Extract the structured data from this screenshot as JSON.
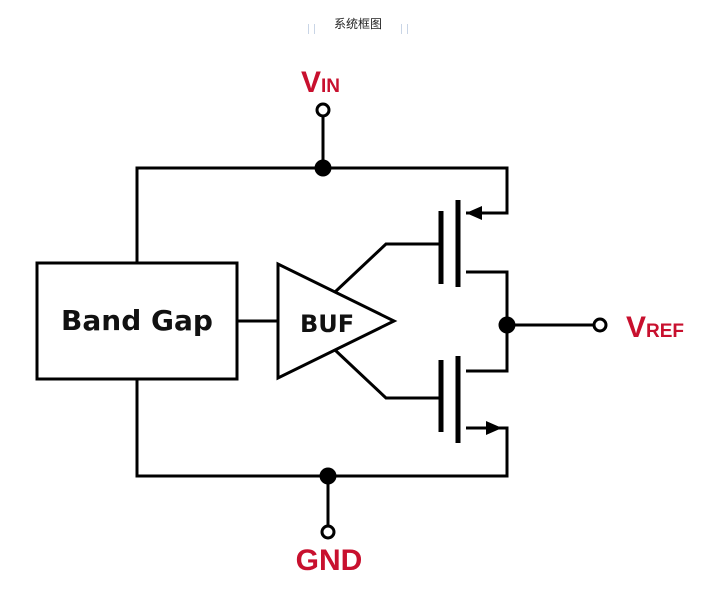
{
  "caption": "系统框图",
  "blocks": {
    "bandgap": "Band Gap",
    "buffer": "BUF"
  },
  "terminals": {
    "vin_main": "V",
    "vin_sub": "IN",
    "vref_main": "V",
    "vref_sub": "REF",
    "gnd": "GND"
  },
  "colors": {
    "label_red": "#c8102e",
    "wire": "#000000",
    "caption_accent": "#c9d5e6"
  }
}
